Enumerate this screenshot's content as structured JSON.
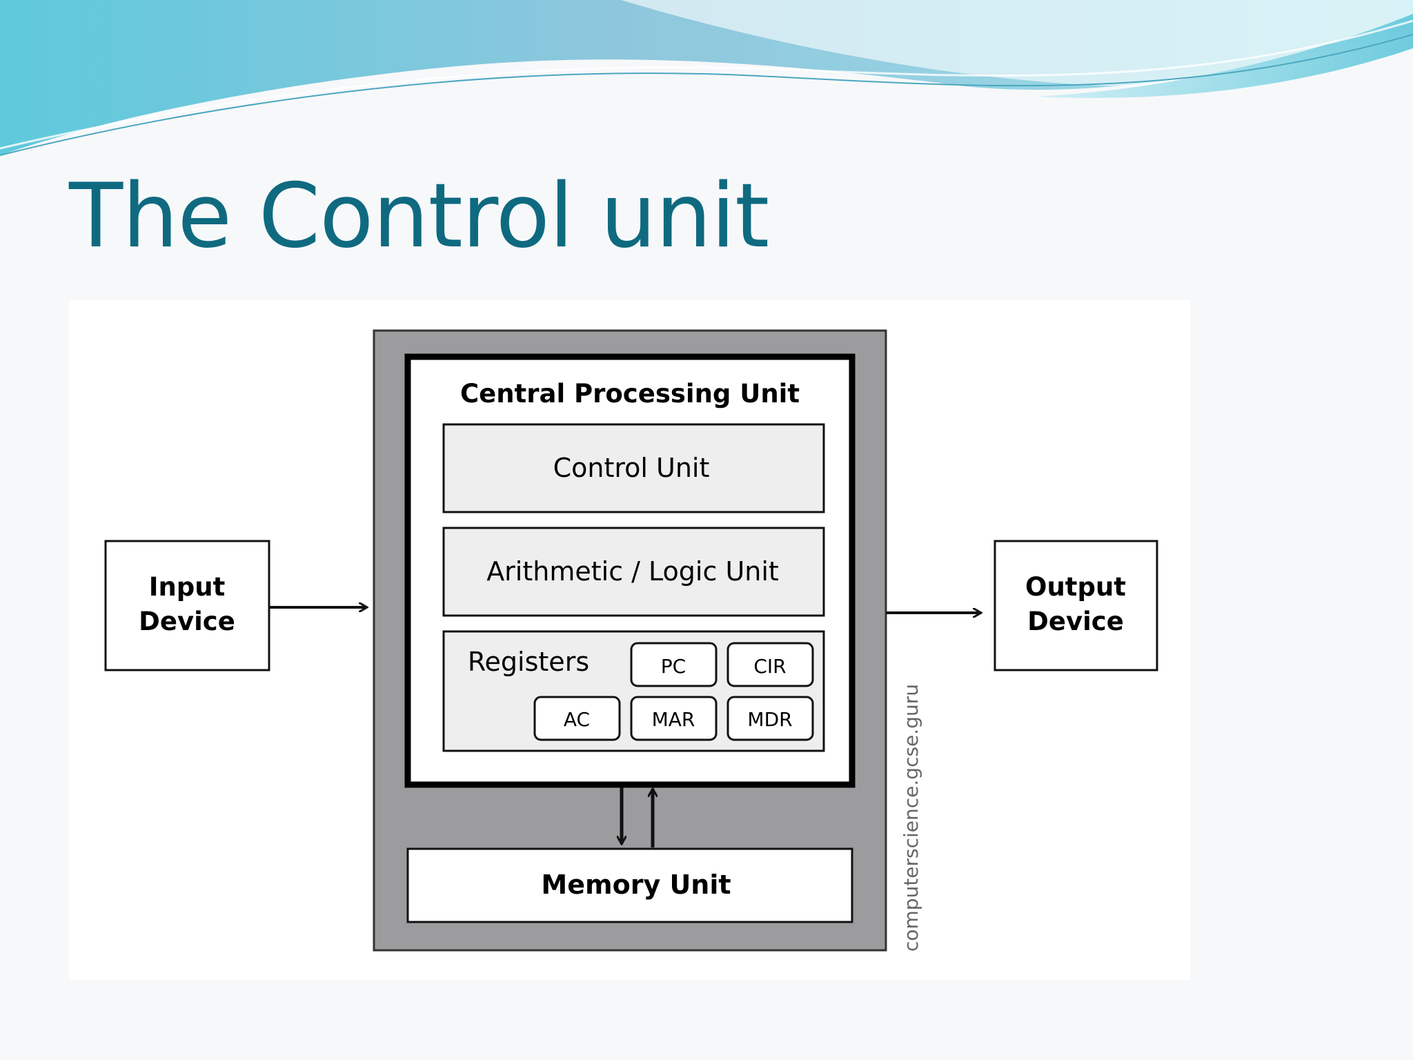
{
  "slide": {
    "title": "The Control unit",
    "colors": {
      "title": "#0f6a80",
      "cpu_outer": "#9c9b9e",
      "unit_fill": "#eeeeee",
      "swoosh_light": "#8fd8e8",
      "swoosh_dark": "#3fb3c8"
    }
  },
  "diagram": {
    "input_device": [
      "Input",
      "Device"
    ],
    "output_device": [
      "Output",
      "Device"
    ],
    "cpu_title": "Central Processing Unit",
    "control_unit": "Control Unit",
    "alu": "Arithmetic / Logic Unit",
    "registers_label": "Registers",
    "registers": {
      "pc": "PC",
      "cir": "CIR",
      "ac": "AC",
      "mar": "MAR",
      "mdr": "MDR"
    },
    "memory_unit": "Memory Unit",
    "credit": "computerscience.gcse.guru"
  }
}
